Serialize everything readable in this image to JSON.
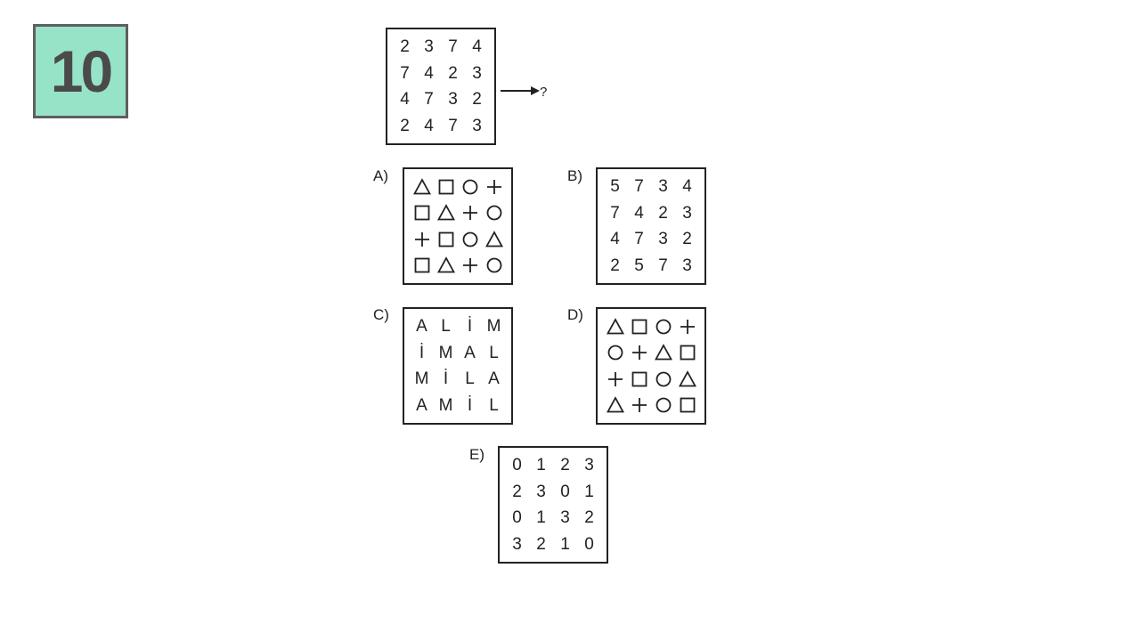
{
  "badge": {
    "number": "10",
    "color": "#97e3c8"
  },
  "question": {
    "grid": [
      [
        "2",
        "3",
        "7",
        "4"
      ],
      [
        "7",
        "4",
        "2",
        "3"
      ],
      [
        "4",
        "7",
        "3",
        "2"
      ],
      [
        "2",
        "4",
        "7",
        "3"
      ]
    ],
    "arrow_icon": "right-arrow-icon",
    "target": "?"
  },
  "options": [
    {
      "label": "A)",
      "kind": "shapes",
      "cells": [
        [
          "triangle",
          "square",
          "circle",
          "plus"
        ],
        [
          "square",
          "triangle",
          "plus",
          "circle"
        ],
        [
          "plus",
          "square",
          "circle",
          "triangle"
        ],
        [
          "square",
          "triangle",
          "plus",
          "circle"
        ]
      ]
    },
    {
      "label": "B)",
      "kind": "text",
      "cells": [
        [
          "5",
          "7",
          "3",
          "4"
        ],
        [
          "7",
          "4",
          "2",
          "3"
        ],
        [
          "4",
          "7",
          "3",
          "2"
        ],
        [
          "2",
          "5",
          "7",
          "3"
        ]
      ]
    },
    {
      "label": "C)",
      "kind": "text",
      "cells": [
        [
          "A",
          "L",
          "İ",
          "M"
        ],
        [
          "İ",
          "M",
          "A",
          "L"
        ],
        [
          "M",
          "İ",
          "L",
          "A"
        ],
        [
          "A",
          "M",
          "İ",
          "L"
        ]
      ]
    },
    {
      "label": "D)",
      "kind": "shapes",
      "cells": [
        [
          "triangle",
          "square",
          "circle",
          "plus"
        ],
        [
          "circle",
          "plus",
          "triangle",
          "square"
        ],
        [
          "plus",
          "square",
          "circle",
          "triangle"
        ],
        [
          "triangle",
          "plus",
          "circle",
          "square"
        ]
      ]
    },
    {
      "label": "E)",
      "kind": "text",
      "cells": [
        [
          "0",
          "1",
          "2",
          "3"
        ],
        [
          "2",
          "3",
          "0",
          "1"
        ],
        [
          "0",
          "1",
          "3",
          "2"
        ],
        [
          "3",
          "2",
          "1",
          "0"
        ]
      ]
    }
  ]
}
